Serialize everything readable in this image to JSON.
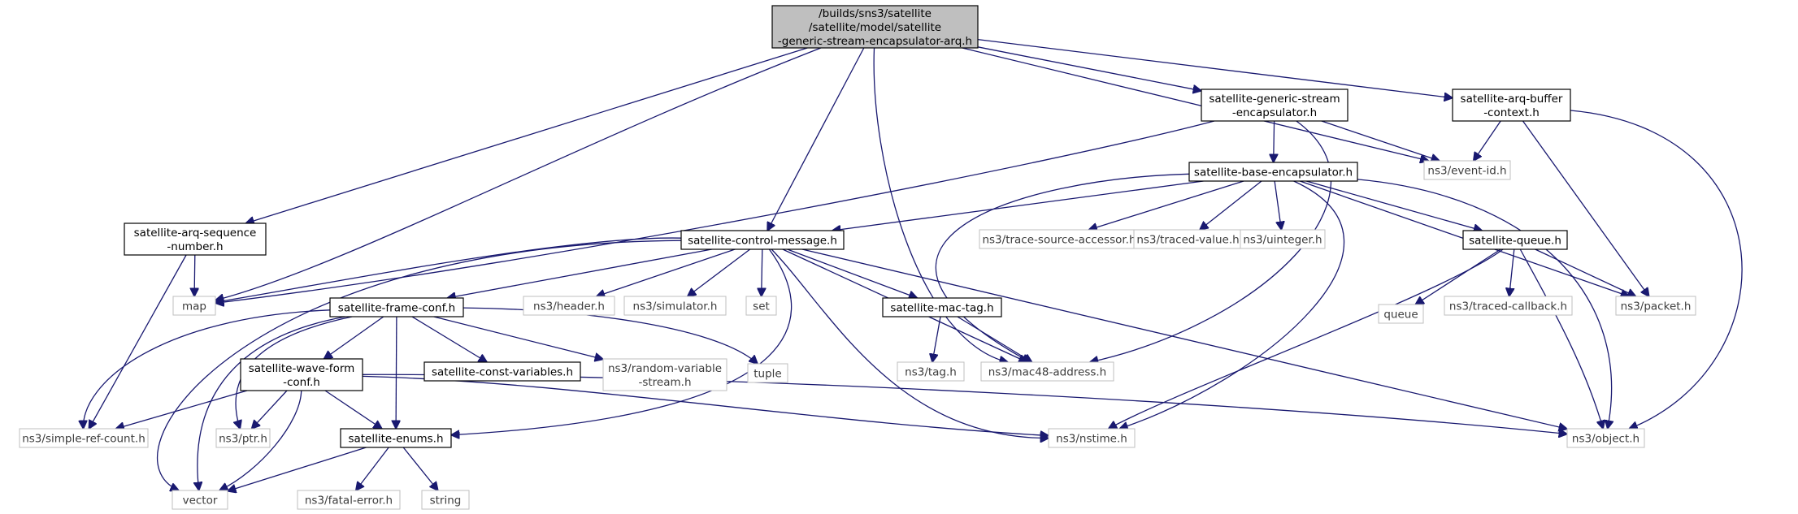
{
  "graph": {
    "colors": {
      "edge": "#191970",
      "root_fill": "#bfbfbf",
      "external_border": "#bfbfbf",
      "node_border": "#000000"
    },
    "nodes": [
      {
        "id": "root",
        "lines": [
          "/builds/sns3/satellite",
          "/satellite/model/satellite",
          "-generic-stream-encapsulator-arq.h"
        ],
        "kind": "root"
      },
      {
        "id": "gse",
        "lines": [
          "satellite-generic-stream",
          "-encapsulator.h"
        ],
        "kind": "internal"
      },
      {
        "id": "arqbuf",
        "lines": [
          "satellite-arq-buffer",
          "-context.h"
        ],
        "kind": "internal"
      },
      {
        "id": "eventid",
        "lines": [
          "ns3/event-id.h"
        ],
        "kind": "external"
      },
      {
        "id": "base",
        "lines": [
          "satellite-base-encapsulator.h"
        ],
        "kind": "internal"
      },
      {
        "id": "arqseq",
        "lines": [
          "satellite-arq-sequence",
          "-number.h"
        ],
        "kind": "internal"
      },
      {
        "id": "ctrl",
        "lines": [
          "satellite-control-message.h"
        ],
        "kind": "internal"
      },
      {
        "id": "tracesrc",
        "lines": [
          "ns3/trace-source-accessor.h"
        ],
        "kind": "external"
      },
      {
        "id": "tracedval",
        "lines": [
          "ns3/traced-value.h"
        ],
        "kind": "external"
      },
      {
        "id": "uinteger",
        "lines": [
          "ns3/uinteger.h"
        ],
        "kind": "external"
      },
      {
        "id": "queueh",
        "lines": [
          "satellite-queue.h"
        ],
        "kind": "internal"
      },
      {
        "id": "map",
        "lines": [
          "map"
        ],
        "kind": "external"
      },
      {
        "id": "frameconf",
        "lines": [
          "satellite-frame-conf.h"
        ],
        "kind": "internal"
      },
      {
        "id": "header",
        "lines": [
          "ns3/header.h"
        ],
        "kind": "external"
      },
      {
        "id": "simulator",
        "lines": [
          "ns3/simulator.h"
        ],
        "kind": "external"
      },
      {
        "id": "set",
        "lines": [
          "set"
        ],
        "kind": "external"
      },
      {
        "id": "mactag",
        "lines": [
          "satellite-mac-tag.h"
        ],
        "kind": "internal"
      },
      {
        "id": "queue",
        "lines": [
          "queue"
        ],
        "kind": "external"
      },
      {
        "id": "tracedcb",
        "lines": [
          "ns3/traced-callback.h"
        ],
        "kind": "external"
      },
      {
        "id": "packet",
        "lines": [
          "ns3/packet.h"
        ],
        "kind": "external"
      },
      {
        "id": "waveform",
        "lines": [
          "satellite-wave-form",
          "-conf.h"
        ],
        "kind": "internal"
      },
      {
        "id": "constvars",
        "lines": [
          "satellite-const-variables.h"
        ],
        "kind": "internal"
      },
      {
        "id": "randvar",
        "lines": [
          "ns3/random-variable",
          "-stream.h"
        ],
        "kind": "external"
      },
      {
        "id": "tuple",
        "lines": [
          "tuple"
        ],
        "kind": "external"
      },
      {
        "id": "tag",
        "lines": [
          "ns3/tag.h"
        ],
        "kind": "external"
      },
      {
        "id": "mac48",
        "lines": [
          "ns3/mac48-address.h"
        ],
        "kind": "external"
      },
      {
        "id": "simpleref",
        "lines": [
          "ns3/simple-ref-count.h"
        ],
        "kind": "external"
      },
      {
        "id": "ptr",
        "lines": [
          "ns3/ptr.h"
        ],
        "kind": "external"
      },
      {
        "id": "enums",
        "lines": [
          "satellite-enums.h"
        ],
        "kind": "internal"
      },
      {
        "id": "nstime",
        "lines": [
          "ns3/nstime.h"
        ],
        "kind": "external"
      },
      {
        "id": "object",
        "lines": [
          "ns3/object.h"
        ],
        "kind": "external"
      },
      {
        "id": "vector",
        "lines": [
          "vector"
        ],
        "kind": "external"
      },
      {
        "id": "fatalerr",
        "lines": [
          "ns3/fatal-error.h"
        ],
        "kind": "external"
      },
      {
        "id": "string",
        "lines": [
          "string"
        ],
        "kind": "external"
      }
    ],
    "edges": [
      [
        "root",
        "gse"
      ],
      [
        "root",
        "arqbuf"
      ],
      [
        "root",
        "eventid"
      ],
      [
        "root",
        "arqseq"
      ],
      [
        "root",
        "map"
      ],
      [
        "root",
        "ctrl"
      ],
      [
        "root",
        "mac48"
      ],
      [
        "gse",
        "base"
      ],
      [
        "gse",
        "eventid"
      ],
      [
        "gse",
        "map"
      ],
      [
        "gse",
        "mac48"
      ],
      [
        "arqbuf",
        "eventid"
      ],
      [
        "arqbuf",
        "packet"
      ],
      [
        "arqbuf",
        "object"
      ],
      [
        "base",
        "ctrl"
      ],
      [
        "base",
        "tracesrc"
      ],
      [
        "base",
        "tracedval"
      ],
      [
        "base",
        "uinteger"
      ],
      [
        "base",
        "queueh"
      ],
      [
        "base",
        "packet"
      ],
      [
        "base",
        "object"
      ],
      [
        "base",
        "nstime"
      ],
      [
        "base",
        "mac48"
      ],
      [
        "arqseq",
        "map"
      ],
      [
        "arqseq",
        "simpleref"
      ],
      [
        "ctrl",
        "map"
      ],
      [
        "ctrl",
        "frameconf"
      ],
      [
        "ctrl",
        "header"
      ],
      [
        "ctrl",
        "simulator"
      ],
      [
        "ctrl",
        "set"
      ],
      [
        "ctrl",
        "mactag"
      ],
      [
        "ctrl",
        "mac48"
      ],
      [
        "ctrl",
        "object"
      ],
      [
        "ctrl",
        "nstime"
      ],
      [
        "ctrl",
        "enums"
      ],
      [
        "ctrl",
        "vector"
      ],
      [
        "queueh",
        "queue"
      ],
      [
        "queueh",
        "tracedcb"
      ],
      [
        "queueh",
        "packet"
      ],
      [
        "queueh",
        "object"
      ],
      [
        "queueh",
        "nstime"
      ],
      [
        "frameconf",
        "waveform"
      ],
      [
        "frameconf",
        "constvars"
      ],
      [
        "frameconf",
        "randvar"
      ],
      [
        "frameconf",
        "tuple"
      ],
      [
        "frameconf",
        "enums"
      ],
      [
        "frameconf",
        "simpleref"
      ],
      [
        "frameconf",
        "ptr"
      ],
      [
        "frameconf",
        "vector"
      ],
      [
        "mactag",
        "tag"
      ],
      [
        "mactag",
        "mac48"
      ],
      [
        "waveform",
        "simpleref"
      ],
      [
        "waveform",
        "ptr"
      ],
      [
        "waveform",
        "enums"
      ],
      [
        "waveform",
        "nstime"
      ],
      [
        "waveform",
        "object"
      ],
      [
        "waveform",
        "vector"
      ],
      [
        "enums",
        "vector"
      ],
      [
        "enums",
        "fatalerr"
      ],
      [
        "enums",
        "string"
      ]
    ]
  }
}
